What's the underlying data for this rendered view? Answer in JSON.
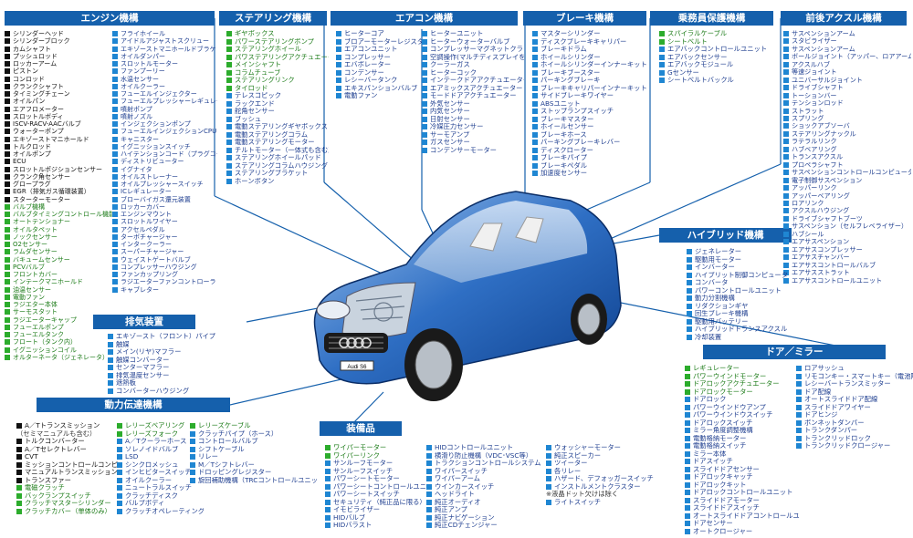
{
  "colors": {
    "header_bg": "#1560ac",
    "blue_bullet": "#1f86d2",
    "green_bullet": "#2cac2c",
    "black_bullet": "#111111"
  },
  "headers": {
    "engine": "エンジン機構",
    "steering": "ステアリング機構",
    "aircon": "エアコン機構",
    "brake": "ブレーキ機構",
    "occupant": "乗務員保護機構",
    "axle": "前後アクスル機構",
    "hybrid": "ハイブリッド機構",
    "exhaust": "排気装置",
    "drivetrain": "動力伝達機構",
    "equipment": "装備品",
    "door": "ドア／ミラー"
  },
  "car_badge": "Audi S6",
  "engine": {
    "col1": [
      [
        "k",
        "シリンダーヘッド"
      ],
      [
        "k",
        "シリンダーブロック"
      ],
      [
        "k",
        "カムシャフト"
      ],
      [
        "k",
        "プッシュロッド"
      ],
      [
        "k",
        "ロッカーアーム"
      ],
      [
        "k",
        "ピストン"
      ],
      [
        "k",
        "コンロッド"
      ],
      [
        "k",
        "クランクシャフト"
      ],
      [
        "k",
        "タイミングチェーン"
      ],
      [
        "k",
        "オイルパン"
      ],
      [
        "k",
        "エアフロメーター"
      ],
      [
        "k",
        "スロットルボディ"
      ],
      [
        "k",
        "ISCV-RACV-AACバルブ"
      ],
      [
        "k",
        "ウォーターポンプ"
      ],
      [
        "k",
        "エキゾーストマニホールド"
      ],
      [
        "k",
        "トルクロッド"
      ],
      [
        "k",
        "オイルポンプ"
      ],
      [
        "k",
        "ECU"
      ],
      [
        "k",
        "スロットルポジションセンサー"
      ],
      [
        "k",
        "クランク角センサー"
      ],
      [
        "k",
        "グロープラグ"
      ],
      [
        "k",
        "EGR（排気ガス循環装置）"
      ],
      [
        "k",
        "スターターモーター"
      ],
      [
        "g",
        "バルブ機構"
      ],
      [
        "g",
        "バルブタイミングコントロール機能"
      ],
      [
        "g",
        "オートテンショナー"
      ],
      [
        "g",
        "オイルタペット"
      ],
      [
        "g",
        "ノックセンサー"
      ],
      [
        "g",
        "O2センサー"
      ],
      [
        "g",
        "ラムダセンサー"
      ],
      [
        "g",
        "バキュームセンサー"
      ],
      [
        "g",
        "PCVバルブ"
      ],
      [
        "g",
        "フロントカバー"
      ],
      [
        "g",
        "インテークマニホールド"
      ],
      [
        "g",
        "油温センサー"
      ],
      [
        "g",
        "電動ファン"
      ],
      [
        "g",
        "ラジエター本体"
      ],
      [
        "g",
        "サーモスタット"
      ],
      [
        "g",
        "ラジエーターキャップ"
      ],
      [
        "g",
        "フューエルポンプ"
      ],
      [
        "g",
        "フューエルタンク"
      ],
      [
        "g",
        "フロート（タンク内）"
      ],
      [
        "g",
        "イグニッションコイル"
      ],
      [
        "g",
        "オルターネータ（ジェネレータ）"
      ]
    ],
    "col2": [
      "フライホイール",
      "アイドルアジャストスクリュー",
      "エキゾーストマニホールドブラケット",
      "オイルダンパー",
      "スロットルモーター",
      "ファンプーリー",
      "水温センサー",
      "オイルクーラー",
      "フューエルインジェクター",
      "フューエルプレッシャーレギュレーター",
      "噴射ポンプ",
      "噴射ノズル",
      "インジェクションポンプ",
      "フューエルインジェクションCPU",
      "キャニスター",
      "イグニッションスイッチ",
      "ハイテンションコード（プラグコード）",
      "ディストリビューター",
      "イグナイタ",
      "オイルストレーナー",
      "オイルプレッシャースイッチ",
      "ICレギュレーター",
      "ブローバイガス還元装置",
      "ロッカーカバー",
      "エンジンマウント",
      "スロットルワイヤー",
      "アクセルペダル",
      "ターボチャージャー",
      "インタークーラー",
      "スーパーチャージャー",
      "ウェイストゲートバルブ",
      "コンプレッサーハウジング",
      "ファンカップリング",
      "ラジエーターファンコントローラ",
      "キャブレター"
    ]
  },
  "steering": [
    [
      "g",
      "ギヤボックス"
    ],
    [
      "g",
      "パワーステアリングポンプ"
    ],
    [
      "g",
      "ステアリングホイール"
    ],
    [
      "g",
      "パワステアリングアクチュエーター"
    ],
    [
      "g",
      "メインシャフト"
    ],
    [
      "g",
      "コラムチューブ"
    ],
    [
      "g",
      "ステアリングリンク"
    ],
    [
      "g",
      "タイロッド"
    ],
    [
      "b",
      "テレスコピック"
    ],
    [
      "b",
      "ラックエンド"
    ],
    [
      "b",
      "舵角センサー"
    ],
    [
      "b",
      "ブッシュ"
    ],
    [
      "b",
      "電動ステアリングギヤボックス"
    ],
    [
      "b",
      "電動ステアリングコラム"
    ],
    [
      "b",
      "電動ステアリングモーター"
    ],
    [
      "b",
      "チルトモーター（一体式も含む）"
    ],
    [
      "b",
      "ステアリングホイールパッド"
    ],
    [
      "b",
      "ステアリングコラムハウジング"
    ],
    [
      "b",
      "ステアリングブラケット"
    ],
    [
      "b",
      "ホーンボタン"
    ]
  ],
  "aircon": {
    "col1": [
      [
        "b",
        "ヒーターコア"
      ],
      [
        "b",
        "ブロアーモーターレジスター"
      ],
      [
        "b",
        "エアコンユニット"
      ],
      [
        "b",
        "コンプレッサー"
      ],
      [
        "b",
        "エバポレーター"
      ],
      [
        "b",
        "コンデンサー"
      ],
      [
        "b",
        "レシーバータンク"
      ],
      [
        "b",
        "エキスパンションバルブ"
      ],
      [
        "b",
        "電動ファン"
      ]
    ],
    "col2": [
      [
        "b",
        "ヒーターユニット"
      ],
      [
        "b",
        "ヒーターウォーターバルブ"
      ],
      [
        "b",
        "コンプレッサーマグネットクラッチ"
      ],
      [
        "b",
        "空調操作(マルチディスプレイを含む)"
      ],
      [
        "b",
        "クーラーガス"
      ],
      [
        "b",
        "ヒーターコック"
      ],
      [
        "b",
        "インテークドアアクチュエーター"
      ],
      [
        "b",
        "エアミックスアクチュエーター"
      ],
      [
        "b",
        "モードドアアクチュエーター"
      ],
      [
        "b",
        "外気センサー"
      ],
      [
        "b",
        "内気センサー"
      ],
      [
        "b",
        "日射センサー"
      ],
      [
        "b",
        "冷媒圧力センサー"
      ],
      [
        "b",
        "サーモアンプ"
      ],
      [
        "b",
        "ガスセンサー"
      ],
      [
        "b",
        "コンデンサーモーター"
      ]
    ]
  },
  "brake": [
    [
      "b",
      "マスターシリンダー"
    ],
    [
      "b",
      "ディスクブレーキキャリパー"
    ],
    [
      "b",
      "ブレーキドラム"
    ],
    [
      "b",
      "ホイールシリンダー"
    ],
    [
      "b",
      "ホイールシリンダーインナーキット"
    ],
    [
      "b",
      "ブレーキブースター"
    ],
    [
      "b",
      "パーキングブレーキ"
    ],
    [
      "b",
      "ブレーキキャリパーインナーキット"
    ],
    [
      "b",
      "サイドブレーキワイヤー"
    ],
    [
      "b",
      "ABSユニット"
    ],
    [
      "b",
      "ストップランプスイッチ"
    ],
    [
      "b",
      "ブレーキマスター"
    ],
    [
      "b",
      "ホイールセンサー"
    ],
    [
      "b",
      "ブレーキホース"
    ],
    [
      "b",
      "パーキングブレーキレバー"
    ],
    [
      "b",
      "ディスクローター"
    ],
    [
      "b",
      "ブレーキパイプ"
    ],
    [
      "b",
      "ブレーキペダル"
    ],
    [
      "b",
      "加速度センサー"
    ]
  ],
  "occupant": [
    [
      "g",
      "スパイラルケーブル"
    ],
    [
      "g",
      "シートベルト"
    ],
    [
      "b",
      "エアバックコントロールユニット"
    ],
    [
      "b",
      "エアバックセンサー"
    ],
    [
      "b",
      "エアバックモジュール"
    ],
    [
      "b",
      "Gセンサー"
    ],
    [
      "b",
      "シートベルトバックル"
    ]
  ],
  "axle": [
    [
      "b",
      "サスペンションアーム"
    ],
    [
      "b",
      "スタビライザー"
    ],
    [
      "b",
      "サスペンションアーム"
    ],
    [
      "b",
      "ボールジョイント（アッパー、ロアアームのみ）"
    ],
    [
      "b",
      "アクスルハブ"
    ],
    [
      "b",
      "等速ジョイント"
    ],
    [
      "b",
      "ユニバーサルジョイント"
    ],
    [
      "b",
      "ドライブシャフト"
    ],
    [
      "b",
      "トーションバー"
    ],
    [
      "b",
      "テンションロッド"
    ],
    [
      "b",
      "ストラット"
    ],
    [
      "b",
      "スプリング"
    ],
    [
      "b",
      "ショックアブソーバ"
    ],
    [
      "b",
      "ステアリングナックル"
    ],
    [
      "b",
      "ラテラルリンク"
    ],
    [
      "b",
      "ハブベアリング"
    ],
    [
      "b",
      "トランスアクスル"
    ],
    [
      "b",
      "プロペラシャフト"
    ],
    [
      "b",
      "サスペンションコントロールコンピュータ"
    ],
    [
      "b",
      "電子制御サスペンション"
    ],
    [
      "b",
      "アッパーリンク"
    ],
    [
      "b",
      "アッパーベアリング"
    ],
    [
      "b",
      "ロアリンク"
    ],
    [
      "b",
      "アクスルハウジング"
    ],
    [
      "b",
      "ドライブシャフトブーツ"
    ],
    [
      "b",
      "サスペンション（セルフレベライザー）"
    ],
    [
      "b",
      "ハブシール"
    ],
    [
      "b",
      "エアサスペンション"
    ],
    [
      "b",
      "エアサスコンプレッサー"
    ],
    [
      "b",
      "エアサスチャンバー"
    ],
    [
      "b",
      "エアサスコントロールバルブ"
    ],
    [
      "b",
      "エアサスストラット"
    ],
    [
      "b",
      "エアサスコントロールユニット"
    ]
  ],
  "hybrid": [
    [
      "b",
      "ジェネレーター"
    ],
    [
      "b",
      "駆動用モーター"
    ],
    [
      "b",
      "インバーター"
    ],
    [
      "b",
      "ハイブリット制御コンピュータ"
    ],
    [
      "b",
      "コンバータ"
    ],
    [
      "b",
      "パワーコントロールユニット"
    ],
    [
      "b",
      "動力分割機構"
    ],
    [
      "b",
      "リダクションギヤ"
    ],
    [
      "b",
      "回生ブレーキ機構"
    ],
    [
      "b",
      "駆動用バッテリー"
    ],
    [
      "b",
      "ハイブリッドトランスアクスル"
    ],
    [
      "b",
      "冷却装置"
    ]
  ],
  "exhaust": [
    [
      "b",
      "エキゾースト（フロント）パイプ"
    ],
    [
      "b",
      "触媒"
    ],
    [
      "b",
      "メイン(リヤ)マフラー"
    ],
    [
      "b",
      "触媒コンバーター"
    ],
    [
      "b",
      "センターマフラー"
    ],
    [
      "b",
      "排気温度センサー"
    ],
    [
      "b",
      "遮熱板"
    ],
    [
      "b",
      "コンバーターハウジング"
    ]
  ],
  "drivetrain": {
    "col1": [
      [
        "k",
        "A／Tトランスミッション"
      ],
      [
        "note",
        "（セミマニュアルも含む）"
      ],
      [
        "k",
        "トルクコンバーター"
      ],
      [
        "k",
        "A／Tセレクトレバー"
      ],
      [
        "k",
        "CVT"
      ],
      [
        "k",
        "ミッションコントロールコンピューター"
      ],
      [
        "k",
        "マニュアルトランスミッション"
      ],
      [
        "k",
        "トランスファー"
      ],
      [
        "g",
        "電磁クラッチ"
      ],
      [
        "g",
        "バックランプスイッチ"
      ],
      [
        "g",
        "クラッチマスターシリンダー"
      ],
      [
        "g",
        "クラッチカバー（単体のみ）"
      ]
    ],
    "col2": [
      [
        "g",
        "レリーズベアリング"
      ],
      [
        "g",
        "レリーズフォーク"
      ],
      [
        "b",
        "A／Tクーラーホース"
      ],
      [
        "b",
        "ソレノイドバルブ"
      ],
      [
        "b",
        "LSD"
      ],
      [
        "b",
        "シンクロメッシュ"
      ],
      [
        "b",
        "インヒビタースイッチ"
      ],
      [
        "b",
        "オイルクーラー"
      ],
      [
        "b",
        "ニュートラルスイッチ"
      ],
      [
        "b",
        "クラッチディスク"
      ],
      [
        "b",
        "バルブボディ"
      ],
      [
        "b",
        "クラッチオペレーティングシリンダー"
      ]
    ],
    "col3": [
      [
        "g",
        "レリーズケーブル"
      ],
      [
        "b",
        "クラッチパイプ（ホース）"
      ],
      [
        "b",
        "コントロールバルブ"
      ],
      [
        "b",
        "シフトケーブル"
      ],
      [
        "b",
        "リレー"
      ],
      [
        "b",
        "M／Tシフトレバー"
      ],
      [
        "b",
        "ドロッピングレジスター"
      ],
      [
        "b",
        "旋回補助機構（TRCコントロールユニット）"
      ]
    ]
  },
  "equipment": {
    "col1": [
      [
        "g",
        "ワイパーモーター"
      ],
      [
        "g",
        "ワイパーリンク"
      ],
      [
        "b",
        "サンルーフモーター"
      ],
      [
        "b",
        "サンルーフスイッチ"
      ],
      [
        "b",
        "パワーシートモーター"
      ],
      [
        "b",
        "パワーシートコントロールユニット"
      ],
      [
        "b",
        "パワーシートスイッチ"
      ],
      [
        "b",
        "セキュリティ（純正品に限る）"
      ],
      [
        "b",
        "イモビライザー"
      ],
      [
        "b",
        "HIDバルブ"
      ],
      [
        "b",
        "HIDバラスト"
      ]
    ],
    "col2": [
      [
        "b",
        "HIDコントロールユニット"
      ],
      [
        "b",
        "横滑り防止機構（VDC･VSC等）"
      ],
      [
        "b",
        "トラクションコントロールシステム（TSC等）"
      ],
      [
        "b",
        "ワイパースイッチ"
      ],
      [
        "b",
        "ワイパーアーム"
      ],
      [
        "b",
        "ウインカースイッチ"
      ],
      [
        "b",
        "ヘッドライト"
      ],
      [
        "b",
        "純正オーディオ"
      ],
      [
        "b",
        "純正アンプ"
      ],
      [
        "b",
        "純正ナビゲーション"
      ],
      [
        "b",
        "純正CDチェンジャー"
      ]
    ],
    "col3": [
      [
        "b",
        "ウォッシャーモーター"
      ],
      [
        "b",
        "純正スピーカー"
      ],
      [
        "b",
        "ツイーター"
      ],
      [
        "b",
        "各リレー"
      ],
      [
        "b",
        "ハザード、デフォッガースイッチ"
      ],
      [
        "b",
        "インストルメントクラスター"
      ],
      [
        "note",
        "※液晶ドット欠けは除く"
      ],
      [
        "b",
        "ライトスイッチ"
      ]
    ]
  },
  "door": {
    "col1": [
      [
        "g",
        "レギュレーター"
      ],
      [
        "g",
        "パワーウインドモーター"
      ],
      [
        "g",
        "ドアロックアクチュエーター"
      ],
      [
        "g",
        "ドアロックモーター"
      ],
      [
        "b",
        "ドアロック"
      ],
      [
        "b",
        "パワーウインドウアンプ"
      ],
      [
        "b",
        "パワーウインドウスイッチ"
      ],
      [
        "b",
        "ドアロックスイッチ"
      ],
      [
        "b",
        "ミラー角度調整機構"
      ],
      [
        "b",
        "電動格納モーター"
      ],
      [
        "b",
        "電動格納スイッチ"
      ],
      [
        "b",
        "ミラー本体"
      ],
      [
        "b",
        "ドアスイッチ"
      ],
      [
        "b",
        "スライドドアセンサー"
      ],
      [
        "b",
        "ドアロックキャッチ"
      ],
      [
        "b",
        "ドアロックキット"
      ],
      [
        "b",
        "ドアロックコントロールユニット"
      ],
      [
        "b",
        "スライドドアモーター"
      ],
      [
        "b",
        "スライドドアスイッチ"
      ],
      [
        "b",
        "オートスライドドアコントロールユニット"
      ],
      [
        "b",
        "ドアセンサー"
      ],
      [
        "b",
        "オートクロージャー"
      ]
    ],
    "col2": [
      [
        "b",
        "ロアサッシュ"
      ],
      [
        "b",
        "リモコンキー・スマートキー（電池除く）"
      ],
      [
        "b",
        "レシーバートランスミッター"
      ],
      [
        "b",
        "ドア配線"
      ],
      [
        "b",
        "オートスライドドア配線"
      ],
      [
        "b",
        "スライドドアワイヤー"
      ],
      [
        "b",
        "ドアヒンジ"
      ],
      [
        "b",
        "ボンネットダンパー"
      ],
      [
        "b",
        "トランクダンパー"
      ],
      [
        "b",
        "トランクリッドロック"
      ],
      [
        "b",
        "トランクリッドクロージャー"
      ]
    ]
  }
}
